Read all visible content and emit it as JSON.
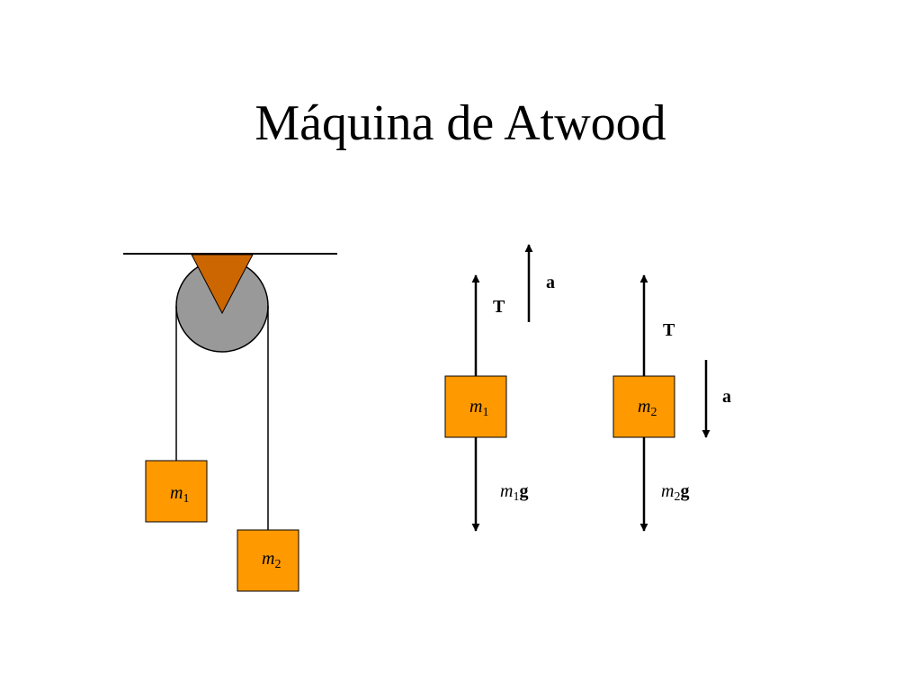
{
  "slide": {
    "title": "Máquina de Atwood"
  },
  "colors": {
    "mass_fill": "#ff9900",
    "mass_stroke": "#000000",
    "pulley_fill": "#999999",
    "support_fill": "#cc6600",
    "line": "#000000"
  },
  "apparatus": {
    "mass1": {
      "symbol": "m",
      "sub": "1"
    },
    "mass2": {
      "symbol": "m",
      "sub": "2"
    }
  },
  "fbd1": {
    "mass": {
      "symbol": "m",
      "sub": "1"
    },
    "tension": "T",
    "weight": {
      "symbol": "m",
      "sub": "1",
      "g": "g"
    },
    "acceleration": "a",
    "acceleration_direction": "up"
  },
  "fbd2": {
    "mass": {
      "symbol": "m",
      "sub": "2"
    },
    "tension": "T",
    "weight": {
      "symbol": "m",
      "sub": "2",
      "g": "g"
    },
    "acceleration": "a",
    "acceleration_direction": "down"
  },
  "icons": {
    "pulley": "pulley-wheel-icon",
    "support": "pulley-support-icon"
  }
}
